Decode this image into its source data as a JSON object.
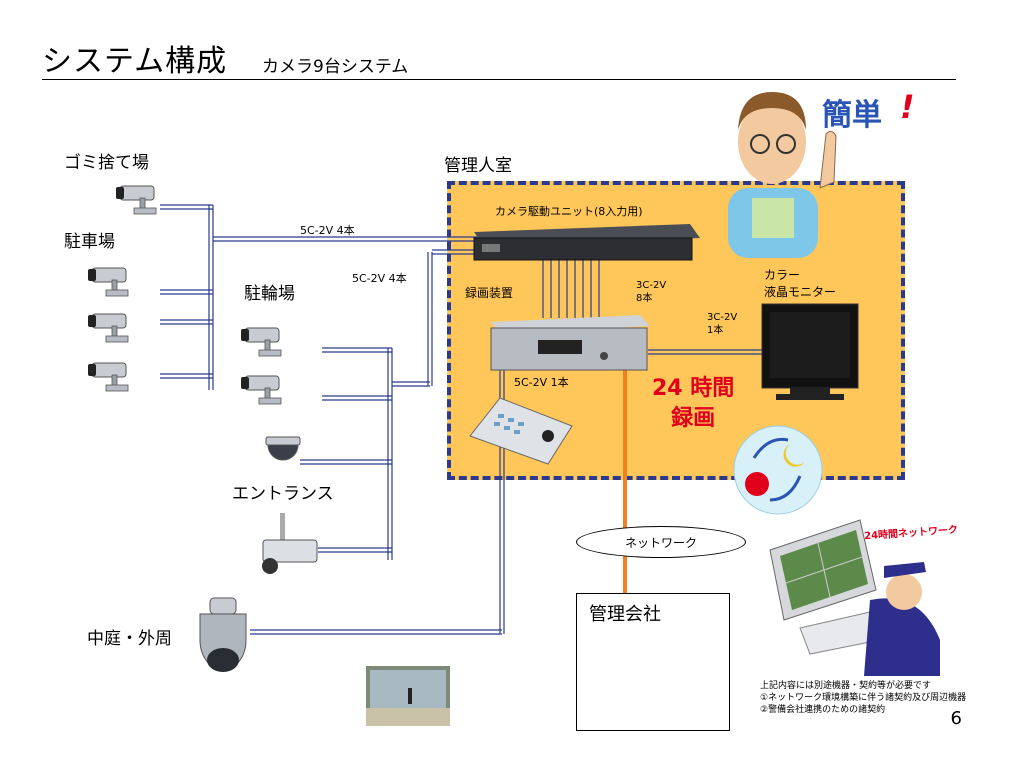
{
  "header": {
    "title": "システム構成",
    "subtitle": "カメラ9台システム"
  },
  "locations": {
    "garbage": "ゴミ捨て場",
    "parking": "駐車場",
    "bicycle": "駐輪場",
    "entrance": "エントランス",
    "courtyard": "中庭・外周"
  },
  "control_room": {
    "label": "管理人室",
    "driver_unit": "カメラ駆動ユニット(8入力用)",
    "recorder": "録画装置",
    "monitor_line1": "カラー",
    "monitor_line2": "液晶モニター",
    "rec_line1": "24 時間",
    "rec_line2": "録画"
  },
  "cables": {
    "parking_cable": "5C-2V  4本",
    "bicycle_cable": "5C-2V  4本",
    "unit_cable_line1": "3C-2V",
    "unit_cable_line2": "8本",
    "monitor_cable_line1": "3C-2V",
    "monitor_cable_line2": "1本",
    "courtyard_cable": "5C-2V  1本"
  },
  "network": {
    "label": "ネットワーク",
    "company": "管理会社",
    "guard_caption": "24時間ネットワーク"
  },
  "callout": {
    "word": "簡単",
    "mark": "!"
  },
  "notes": [
    "上記内容には別途機器・契約等が必要です",
    "①ネットワーク環境構築に伴う諸契約及び周辺機器",
    "②警備会社連携のための諸契約"
  ],
  "page_number": "6",
  "colors": {
    "room_fill": "#FFC65A",
    "room_border": "#2B3A8F",
    "cable_blue": "#2B3A8F",
    "network_orange": "#F08020",
    "accent_red": "#E0001B",
    "accent_blue": "#2A55B5"
  }
}
